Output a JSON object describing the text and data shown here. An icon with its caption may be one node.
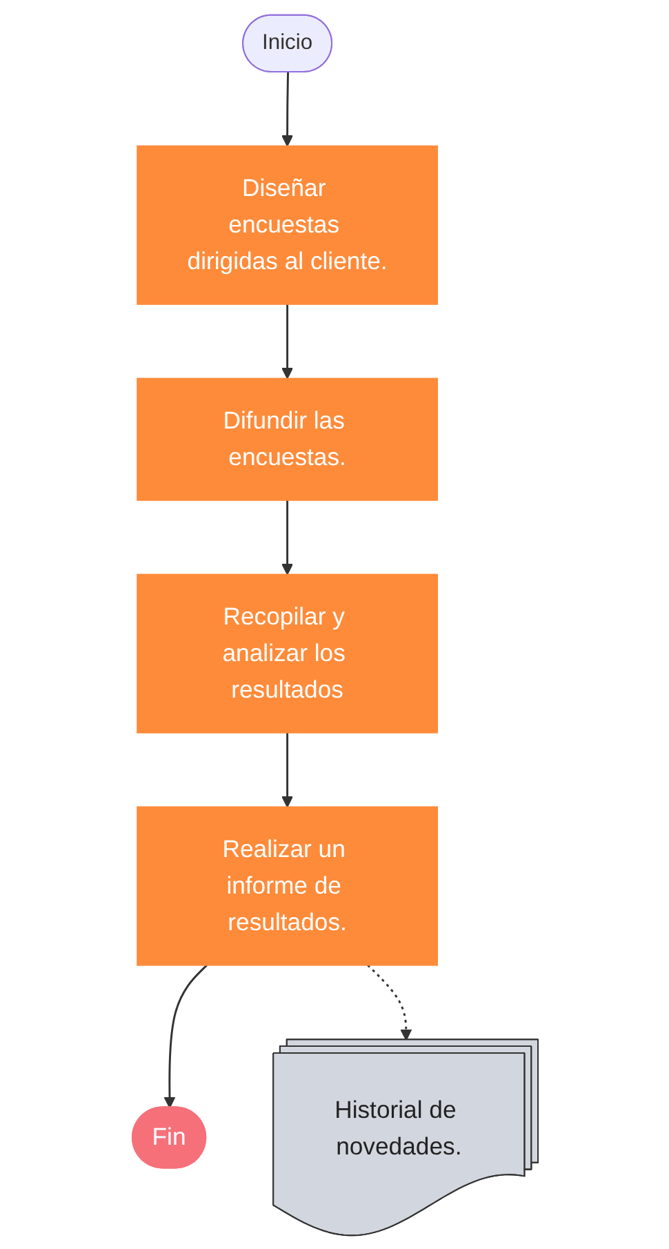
{
  "diagram": {
    "nodes": [
      {
        "text": [
          "Inicio"
        ]
      },
      {
        "text": [
          "Diseñar encuestas dirigidas al cliente."
        ]
      },
      {
        "text": [
          "Difundir las encuestas."
        ]
      },
      {
        "text": [
          "Recopilar y analizar los resultados"
        ]
      },
      {
        "text": [
          "Realizar un informe de resultados."
        ]
      },
      {
        "text": [
          "Fin"
        ]
      },
      {
        "text": [
          "Historial de novedades."
        ]
      }
    ],
    "edges": [
      {
        "from": 0,
        "to": 1,
        "arrow": "to"
      },
      {
        "from": 1,
        "to": 2,
        "arrow": "to"
      },
      {
        "from": 2,
        "to": 3,
        "arrow": "to"
      },
      {
        "from": 3,
        "to": 4,
        "arrow": "to"
      },
      {
        "from": 4,
        "to": 5,
        "arrow": "to"
      },
      {
        "from": 4,
        "to": 6,
        "arrow": "to",
        "style": "dashed"
      }
    ]
  }
}
